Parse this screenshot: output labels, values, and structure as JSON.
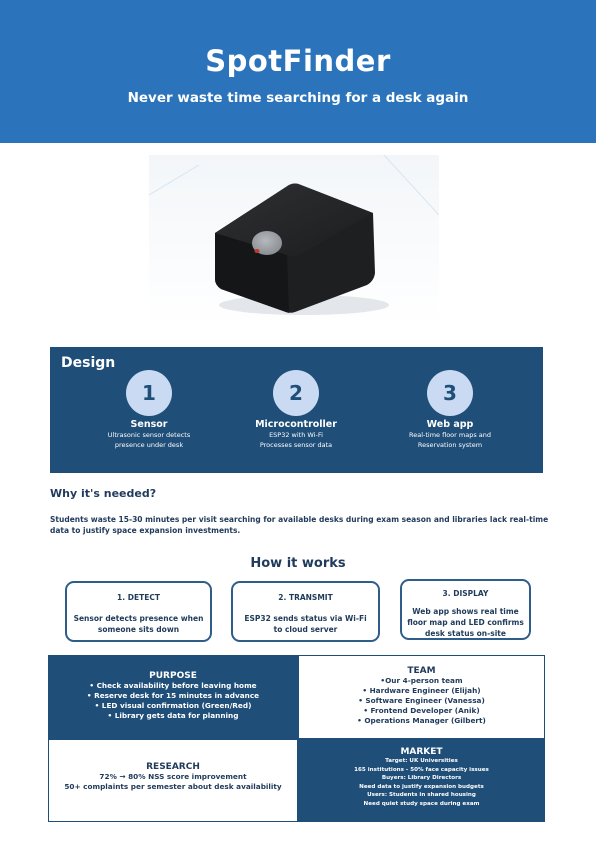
{
  "header": {
    "title": "SpotFinder",
    "subtitle": "Never waste time searching for a desk again"
  },
  "design": {
    "heading": "Design",
    "steps": [
      {
        "number": "1",
        "name": "Sensor",
        "desc": [
          "Ultrasonic sensor detects",
          "presence under desk"
        ]
      },
      {
        "number": "2",
        "name": "Microcontroller",
        "desc": [
          "ESP32 with Wi-Fi",
          "Processes sensor data"
        ]
      },
      {
        "number": "3",
        "name": "Web app",
        "desc": [
          "Real-time floor maps and",
          "Reservation system"
        ]
      }
    ]
  },
  "why": {
    "title": "Why it's needed?",
    "text": "Students waste 15-30 minutes per visit searching for available desks during exam season and libraries lack real-time data to justify space expansion investments."
  },
  "how": {
    "title": "How it works",
    "boxes": [
      {
        "title": "1. DETECT",
        "desc": "Sensor detects presence when someone sits down"
      },
      {
        "title": "2. TRANSMIT",
        "desc": "ESP32 sends status via Wi-Fi to cloud server"
      },
      {
        "title": "3. DISPLAY",
        "desc": "Web app shows real time floor map and LED confirms desk status on-site"
      }
    ]
  },
  "purpose": {
    "title": "PURPOSE",
    "items": [
      "• Check availability before leaving home",
      "• Reserve desk for 15 minutes in advance",
      "• LED visual confirmation (Green/Red)",
      "• Library gets data for planning"
    ]
  },
  "team": {
    "title": "TEAM",
    "items": [
      "•Our 4-person team",
      "• Hardware Engineer (Elijah)",
      "• Software Engineer (Vanessa)",
      "• Frontend Developer (Anik)",
      "• Operations Manager (Gilbert)"
    ]
  },
  "research": {
    "title": "RESEARCH",
    "items": [
      "72% → 80% NSS score improvement",
      "50+ complaints per semester about desk availability"
    ]
  },
  "market": {
    "title": "MARKET",
    "items": [
      "Target: UK Universities",
      "165 institutions - 50% face capacity issues",
      "Buyers: Library Directors",
      "Need data to justify expansion budgets",
      "Users: Students in shared housing",
      "Need quiet study space during exam"
    ]
  },
  "colors": {
    "header_blue": "#2b74bb",
    "navy": "#1f4e78",
    "circle_fill": "#c9daf2",
    "text_dark": "#1f3a5a"
  }
}
